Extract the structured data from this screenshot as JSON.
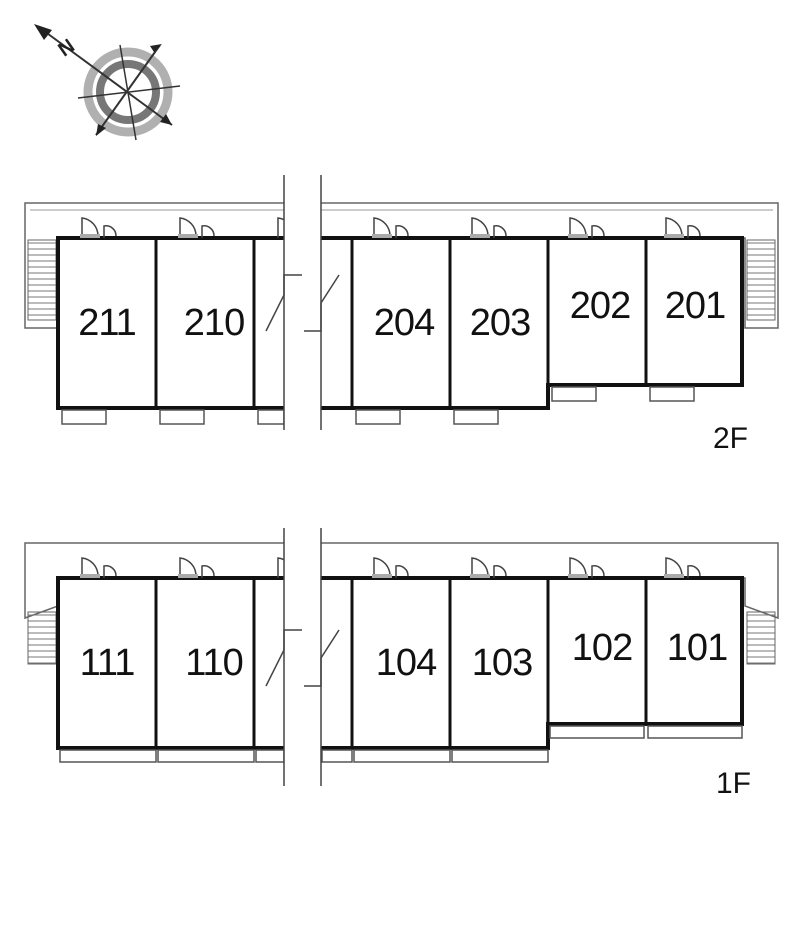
{
  "compass": {
    "north_label": "N",
    "icon": "compass-rose-icon"
  },
  "floors": [
    {
      "id": "2F",
      "label": "2F",
      "units": [
        "211",
        "210",
        "204",
        "203",
        "202",
        "201"
      ]
    },
    {
      "id": "1F",
      "label": "1F",
      "units": [
        "111",
        "110",
        "104",
        "103",
        "102",
        "101"
      ]
    }
  ],
  "colors": {
    "wall": "#111111",
    "line": "#555555",
    "stair": "#888888",
    "gray": "#999999"
  }
}
